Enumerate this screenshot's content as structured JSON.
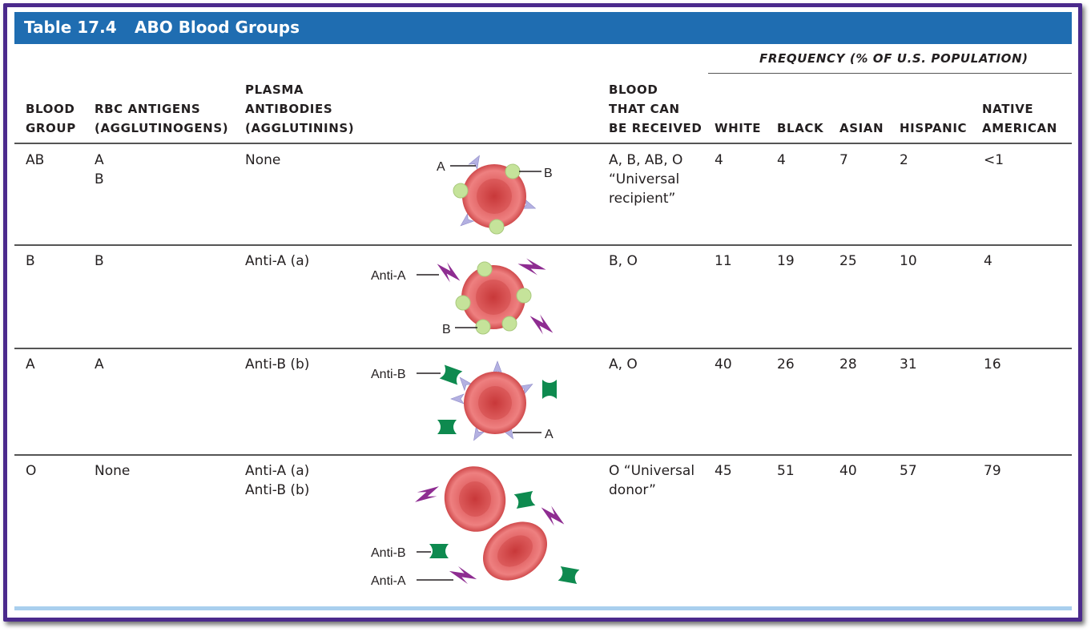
{
  "title": {
    "number": "Table 17.4",
    "name": "ABO Blood Groups"
  },
  "frequency_heading": "FREQUENCY (% OF U.S. POPULATION)",
  "headers": {
    "blood_group": "BLOOD\nGROUP",
    "rbc_antigens": "RBC ANTIGENS\n(AGGLUTINOGENS)",
    "plasma_antibodies": "PLASMA\nANTIBODIES\n(AGGLUTININS)",
    "blood_received": "BLOOD\nTHAT CAN\nBE RECEIVED",
    "white": "WHITE",
    "black": "BLACK",
    "asian": "ASIAN",
    "hispanic": "HISPANIC",
    "native_american": "NATIVE\nAMERICAN"
  },
  "rows": [
    {
      "group": "AB",
      "antigens": "A\nB",
      "antibodies": "None",
      "received": "A, B, AB, O\n“Universal\nrecipient”",
      "white": "4",
      "black": "4",
      "asian": "7",
      "hispanic": "2",
      "native": "<1"
    },
    {
      "group": "B",
      "antigens": "B",
      "antibodies": "Anti-A (a)",
      "received": "B, O",
      "white": "11",
      "black": "19",
      "asian": "25",
      "hispanic": "10",
      "native": "4"
    },
    {
      "group": "A",
      "antigens": "A",
      "antibodies": "Anti-B (b)",
      "received": "A, O",
      "white": "40",
      "black": "26",
      "asian": "28",
      "hispanic": "31",
      "native": "16"
    },
    {
      "group": "O",
      "antigens": "None",
      "antibodies": "Anti-A (a)\nAnti-B (b)",
      "received": "O “Universal\ndonor”",
      "white": "45",
      "black": "51",
      "asian": "40",
      "hispanic": "57",
      "native": "79"
    }
  ],
  "diagram_labels": {
    "a": "A",
    "b": "B",
    "anti_a": "Anti-A",
    "anti_b": "Anti-B"
  },
  "colors": {
    "title_bar": "#1f6db1",
    "frame": "#4b2a8c",
    "rbc": "#e05a5a",
    "antigen_b": "#c5e39a",
    "antigen_a": "#b5b2e0",
    "antibody_a": "#8e2c91",
    "antibody_b": "#0e8a4f"
  }
}
